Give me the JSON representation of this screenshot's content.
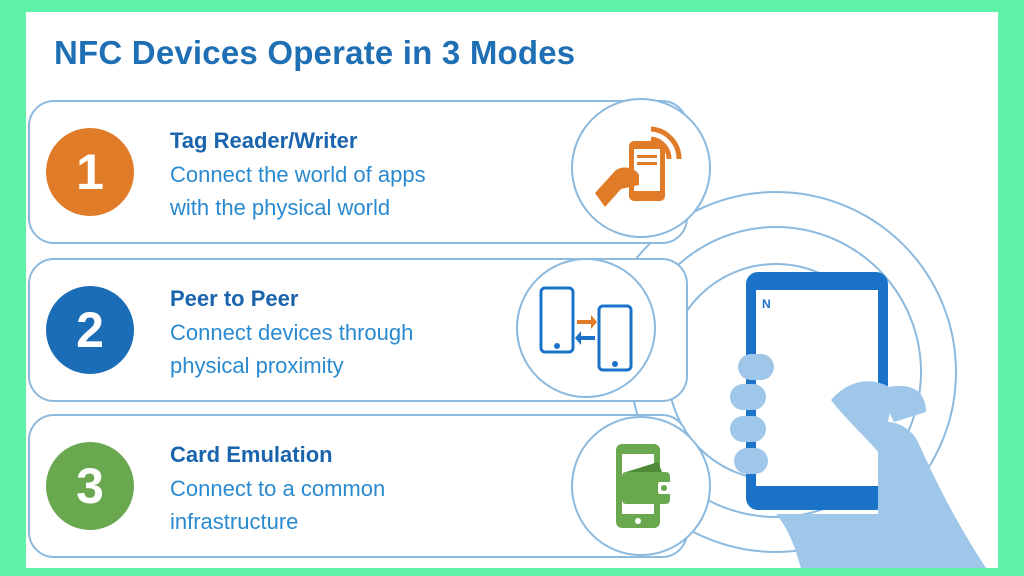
{
  "title": "NFC Devices Operate in 3 Modes",
  "colors": {
    "frame": "#5ef3a8",
    "title": "#1f6fb5",
    "mode1": "#e07b28",
    "mode2": "#1a6db6",
    "mode3": "#6aa84f",
    "accent_blue": "#2a8ad0"
  },
  "modes": [
    {
      "number": "1",
      "title": "Tag Reader/Writer",
      "desc_line1": "Connect the world of apps",
      "desc_line2": "with the physical world",
      "icon": "phone-tap-reader-icon"
    },
    {
      "number": "2",
      "title": "Peer to Peer",
      "desc_line1": "Connect devices through",
      "desc_line2": "physical proximity",
      "icon": "peer-to-peer-phones-icon"
    },
    {
      "number": "3",
      "title": "Card Emulation",
      "desc_line1": "Connect to a common",
      "desc_line2": "infrastructure",
      "icon": "phone-wallet-icon"
    }
  ],
  "illustration": "hand-holding-phone-icon"
}
